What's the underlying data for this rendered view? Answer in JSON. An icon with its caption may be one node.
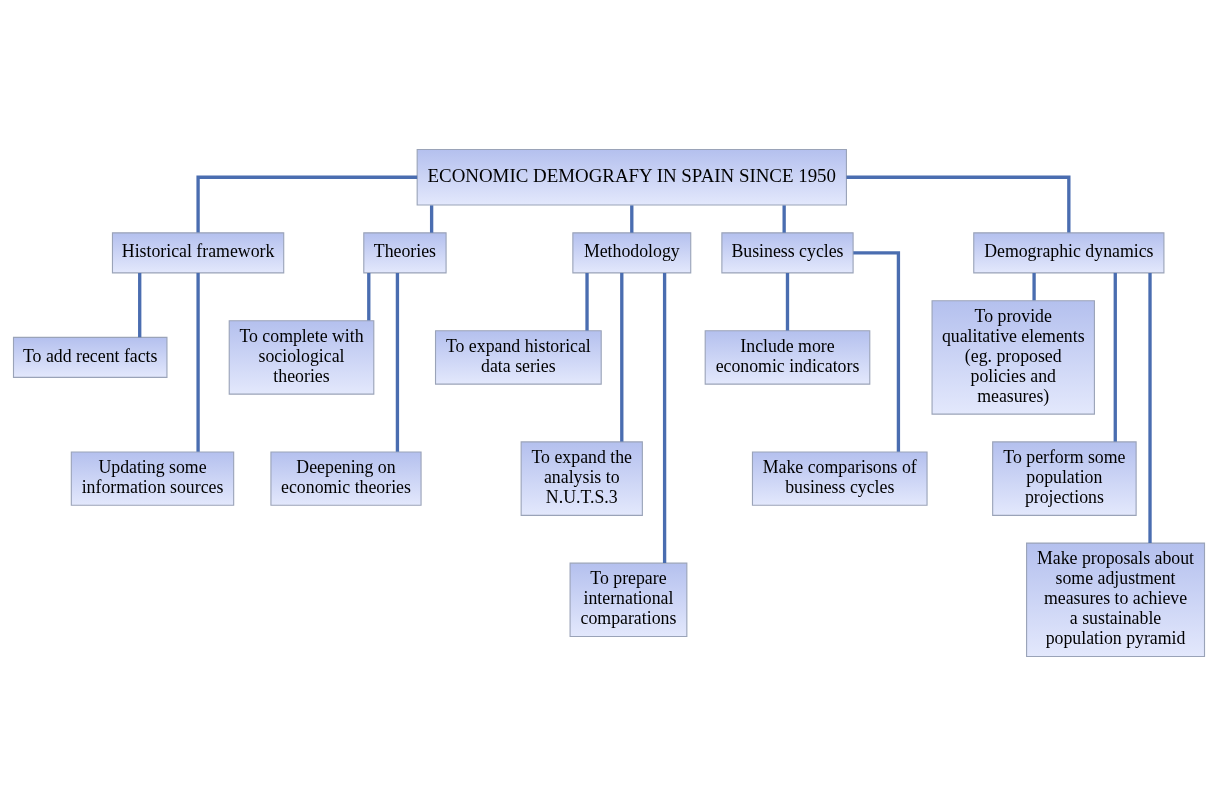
{
  "diagram": {
    "nodes": [
      {
        "text": [
          "ECONOMIC DEMOGRAFY IN SPAIN SINCE 1950"
        ]
      },
      {
        "text": [
          "Historical framework"
        ]
      },
      {
        "text": [
          "To add recent facts"
        ]
      },
      {
        "text": [
          "Updating some information sources"
        ]
      },
      {
        "text": [
          "Theories"
        ]
      },
      {
        "text": [
          "To complete with sociological theories"
        ]
      },
      {
        "text": [
          "Deepening on economic theories"
        ]
      },
      {
        "text": [
          "Methodology"
        ]
      },
      {
        "text": [
          "To expand historical data series"
        ]
      },
      {
        "text": [
          "To expand the analysis to N.U.T.S.3"
        ]
      },
      {
        "text": [
          "To prepare international comparations"
        ]
      },
      {
        "text": [
          "Business cycles"
        ]
      },
      {
        "text": [
          "Include more economic indicators"
        ]
      },
      {
        "text": [
          "Make comparisons of business cycles"
        ]
      },
      {
        "text": [
          "Demographic dynamics"
        ]
      },
      {
        "text": [
          "To provide qualitative elements (eg. proposed policies and measures)"
        ]
      },
      {
        "text": [
          "To perform some population projections"
        ]
      },
      {
        "text": [
          "Make proposals about some adjustment measures to achieve a sustainable population pyramid"
        ]
      }
    ],
    "edges": [
      {
        "from": 0,
        "to": 1,
        "arrow": "none"
      },
      {
        "from": 0,
        "to": 4,
        "arrow": "none"
      },
      {
        "from": 0,
        "to": 7,
        "arrow": "none"
      },
      {
        "from": 0,
        "to": 11,
        "arrow": "none"
      },
      {
        "from": 0,
        "to": 14,
        "arrow": "none"
      },
      {
        "from": 1,
        "to": 2,
        "arrow": "none"
      },
      {
        "from": 1,
        "to": 3,
        "arrow": "none"
      },
      {
        "from": 4,
        "to": 5,
        "arrow": "none"
      },
      {
        "from": 4,
        "to": 6,
        "arrow": "none"
      },
      {
        "from": 7,
        "to": 8,
        "arrow": "none"
      },
      {
        "from": 7,
        "to": 9,
        "arrow": "none"
      },
      {
        "from": 7,
        "to": 10,
        "arrow": "none"
      },
      {
        "from": 11,
        "to": 12,
        "arrow": "none"
      },
      {
        "from": 11,
        "to": 13,
        "arrow": "none"
      },
      {
        "from": 14,
        "to": 15,
        "arrow": "none"
      },
      {
        "from": 14,
        "to": 16,
        "arrow": "none"
      },
      {
        "from": 14,
        "to": 17,
        "arrow": "none"
      }
    ]
  }
}
